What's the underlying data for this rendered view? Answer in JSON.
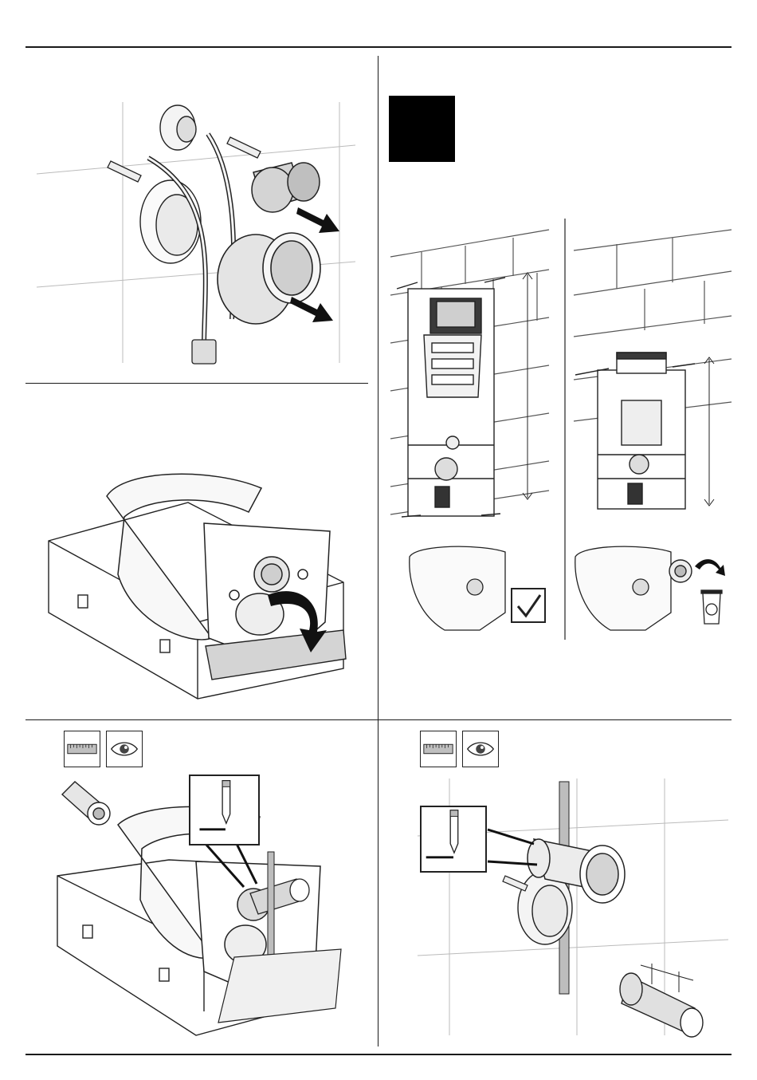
{
  "document": {
    "kind": "installation instruction sheet (wall-hung WC)",
    "panels": [
      {
        "id": "remove-connectors",
        "icons": [
          "screw-icon",
          "flush-pipe-connector-icon",
          "drain-connector-icon",
          "arrow-out-icon"
        ]
      },
      {
        "id": "unbox-pan",
        "icons": [
          "toilet-pan-icon",
          "carton-icon",
          "arrow-curved-icon"
        ]
      },
      {
        "id": "frame-choice",
        "icons": [
          "step-marker",
          "tall-frame-icon",
          "low-frame-icon",
          "check-icon",
          "recycle-bin-icon"
        ]
      },
      {
        "id": "measure-pan",
        "icons": [
          "ruler-icon",
          "eye-icon",
          "pipe-sleeve-icon",
          "pencil-icon"
        ]
      },
      {
        "id": "measure-wall",
        "icons": [
          "ruler-icon",
          "eye-icon",
          "pencil-icon",
          "dimension-icon"
        ]
      }
    ]
  },
  "colors": {
    "line": "#1a1a1a",
    "shade": "#d8d8d8",
    "light": "#f2f2f2",
    "marker": "#000000"
  }
}
